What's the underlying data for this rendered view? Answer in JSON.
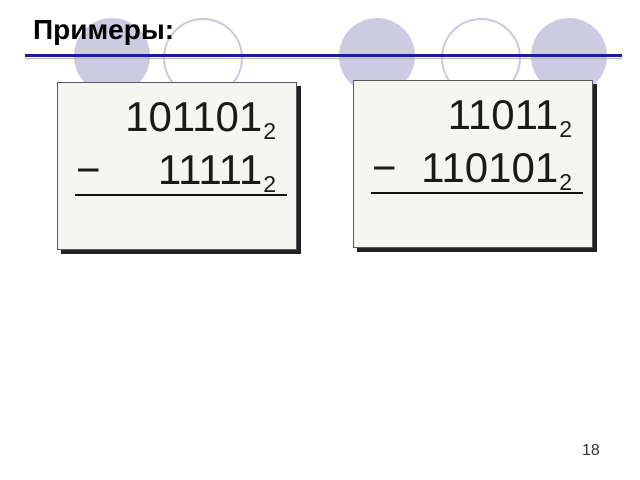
{
  "title": "Примеры:",
  "page_number": "18",
  "examples": [
    {
      "minuend": "101101",
      "minuend_base": "2",
      "operator": "−",
      "subtrahend": "11111",
      "subtrahend_base": "2"
    },
    {
      "minuend": "11011",
      "minuend_base": "2",
      "operator": "−",
      "subtrahend": "110101",
      "subtrahend_base": "2"
    }
  ],
  "decor": {
    "circle_styles": [
      "filled",
      "outline",
      "filled",
      "outline",
      "filled"
    ]
  },
  "colors": {
    "title_text": "#000000",
    "divider_line": "#1b1b9b",
    "circle_fill": "#cdcbe2",
    "circle_outline": "#c9c7de",
    "box_background": "#f5f5f2",
    "box_border": "#58585e",
    "box_shadow": "#222222",
    "number_text": "#1a1a1a",
    "background": "#ffffff"
  }
}
